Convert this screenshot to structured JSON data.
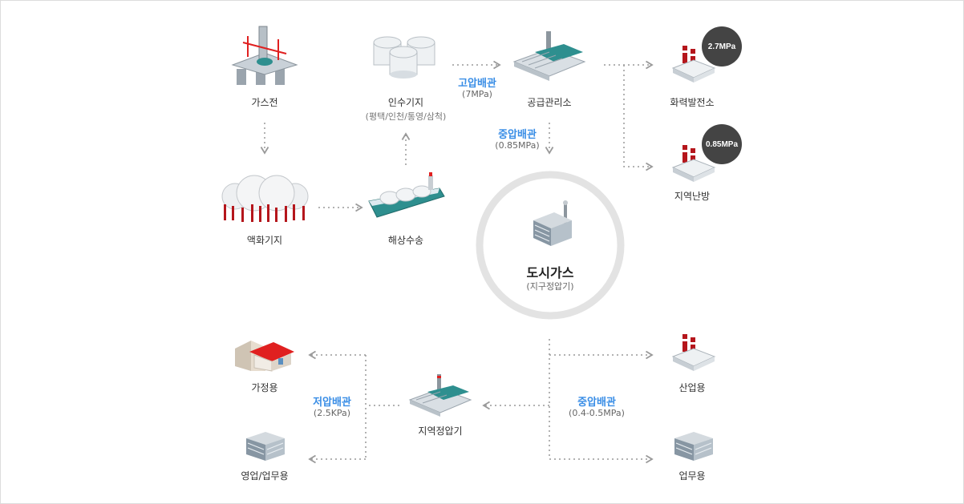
{
  "nodes": {
    "gas_field": "가스전",
    "liquefaction": "액화기지",
    "marine_transport": "해상수송",
    "receiving_base": "인수기지",
    "receiving_base_sub": "(평택/인천/통영/삼척)",
    "supply_office": "공급관리소",
    "power_plant": "화력발전소",
    "district_heating": "지역난방",
    "city_gas": "도시가스",
    "city_gas_sub": "(지구정압기)",
    "residential": "가정용",
    "commercial": "영업/업무용",
    "regional_governor": "지역정압기",
    "industrial": "산업용",
    "business": "업무용"
  },
  "pressures": {
    "power_plant": "2.7MPa",
    "district_heating": "0.85MPa"
  },
  "pipes": {
    "high": {
      "label": "고압배관",
      "value": "(7MPa)"
    },
    "medium_top": {
      "label": "중압배관",
      "value": "(0.85MPa)"
    },
    "low": {
      "label": "저압배관",
      "value": "(2.5KPa)"
    },
    "medium_bottom": {
      "label": "중압배관",
      "value": "(0.4-0.5MPa)"
    }
  },
  "colors": {
    "accent": "#3a8ee6",
    "pipe_line": "#999999",
    "tank_red": "#b5161c",
    "roof_red": "#e02020",
    "teal": "#2e8f8f"
  }
}
